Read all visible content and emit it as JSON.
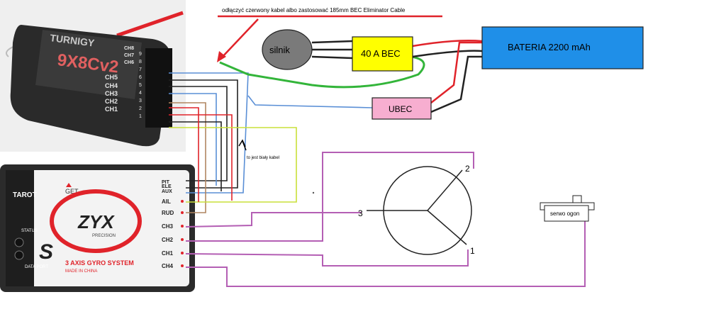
{
  "annotation_top": "odłączyć czerwony kabel albo zastosować 185mm BEC Eliminator Cable",
  "annotation_white_wire": "to jest biały kabel",
  "components": {
    "motor": "silnik",
    "esc": "40 A BEC",
    "battery": "BATERIA 2200 mAh",
    "ubec": "UBEC",
    "servo": "serwo ogon"
  },
  "receiver": {
    "brand": "TURNIGY",
    "model": "9X8Cv2",
    "channels": [
      "CH8",
      "CH7",
      "CH6",
      "CH5",
      "CH4",
      "CH3",
      "CH2",
      "CH1"
    ],
    "pins": [
      "9",
      "8",
      "7",
      "6",
      "5",
      "4",
      "3",
      "2",
      "1"
    ]
  },
  "gyro": {
    "brand": "TAROT",
    "get": "GET",
    "model": "ZYX",
    "precision": "PRECISION",
    "status": "STATUS",
    "data_port": "DATA PORT",
    "letter": "S",
    "desc": "3 AXIS GYRO SYSTEM",
    "made": "MADE IN CHINA",
    "ports": [
      "PIT",
      "ELE",
      "AUX",
      "AIL",
      "RUD",
      "CH3",
      "CH2",
      "CH1",
      "CH4"
    ]
  },
  "swashplate_labels": [
    "2",
    "3",
    "1"
  ],
  "colors": {
    "red": "#e0232a",
    "green": "#33b53a",
    "purple": "#b45fb4",
    "blue": "#5a8fd6",
    "lime": "#c9e03a",
    "brown": "#b08560",
    "esc_fill": "#ffff00",
    "battery_fill": "#1f8fe8",
    "ubec_fill": "#f7aed0",
    "motor_fill": "#7a7a7a"
  }
}
